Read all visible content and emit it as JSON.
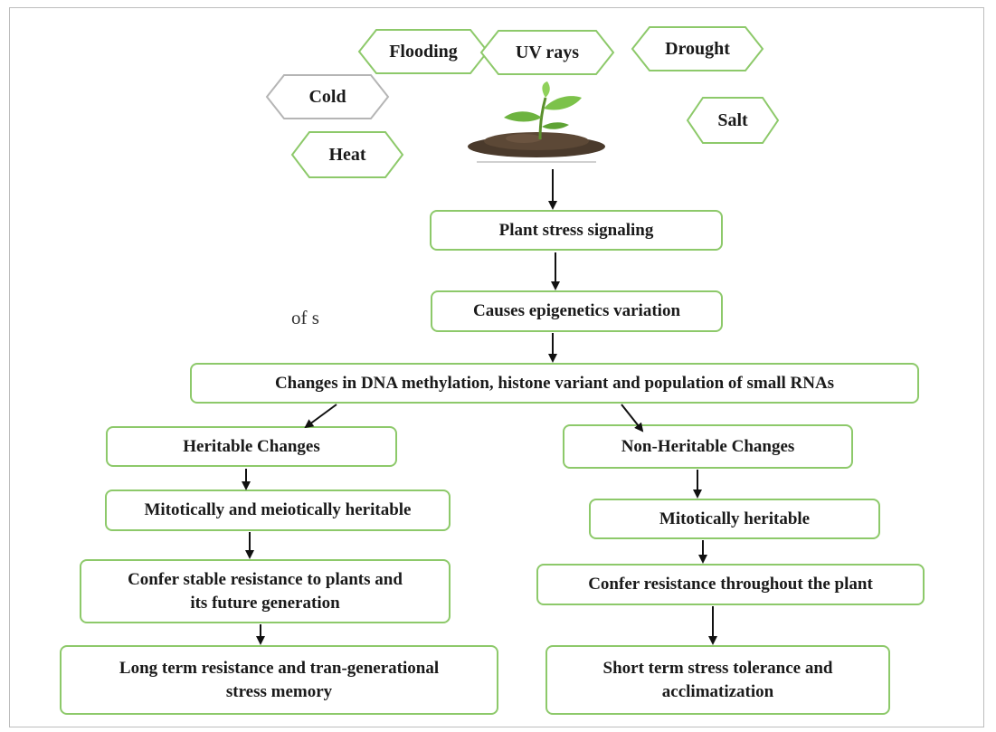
{
  "stressors": {
    "flooding": "Flooding",
    "uv": "UV rays",
    "drought": "Drought",
    "cold": "Cold",
    "salt": "Salt",
    "heat": "Heat"
  },
  "flow": {
    "signaling": "Plant stress signaling",
    "epigenetic": "Causes epigenetics variation",
    "changes": "Changes in DNA methylation, histone variant and population of small RNAs",
    "stray_text": "of s"
  },
  "heritable": {
    "title": "Heritable Changes",
    "inheritance": "Mitotically and meiotically heritable",
    "resistance_line1": "Confer stable resistance to plants and",
    "resistance_line2": "its future generation",
    "outcome_line1": "Long term resistance and tran-generational",
    "outcome_line2": "stress memory"
  },
  "non_heritable": {
    "title": "Non-Heritable Changes",
    "inheritance": "Mitotically heritable",
    "resistance": "Confer resistance throughout the plant",
    "outcome_line1": "Short term stress tolerance and",
    "outcome_line2": "acclimatization"
  },
  "colors": {
    "box_border": "#8dc96a",
    "cold_border": "#b5b5b5",
    "arrow": "#111111",
    "soil": "#4a3a2c",
    "leaf": "#6db33f"
  }
}
